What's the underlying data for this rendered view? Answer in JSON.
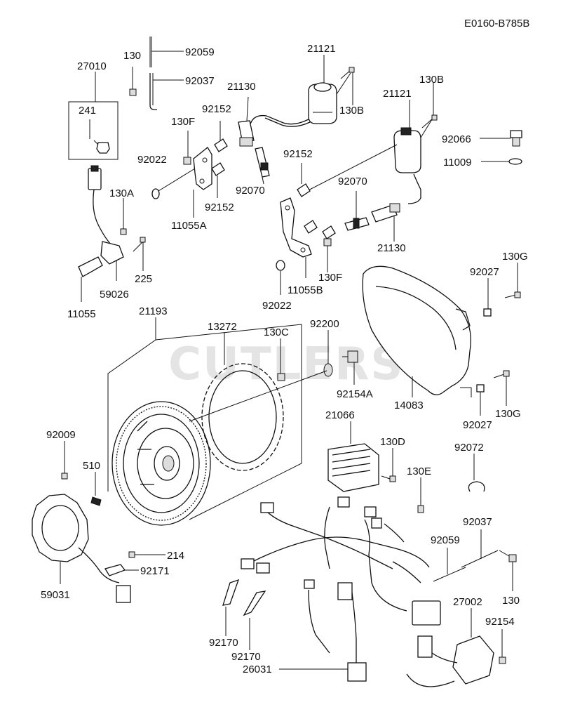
{
  "diagram_code": "E0160-B785B",
  "watermark": "CUTLERS",
  "labels": [
    {
      "id": "92059-top",
      "text": "92059"
    },
    {
      "id": "130-top",
      "text": "130"
    },
    {
      "id": "92037-top",
      "text": "92037"
    },
    {
      "id": "27010",
      "text": "27010"
    },
    {
      "id": "241",
      "text": "241"
    },
    {
      "id": "21121-top",
      "text": "21121"
    },
    {
      "id": "21130-top",
      "text": "21130"
    },
    {
      "id": "130B-1",
      "text": "130B"
    },
    {
      "id": "130B-2",
      "text": "130B"
    },
    {
      "id": "21121-right",
      "text": "21121"
    },
    {
      "id": "92152-a",
      "text": "92152"
    },
    {
      "id": "130F-a",
      "text": "130F"
    },
    {
      "id": "92066",
      "text": "92066"
    },
    {
      "id": "11009",
      "text": "11009"
    },
    {
      "id": "92022-a",
      "text": "92022"
    },
    {
      "id": "92152-b",
      "text": "92152"
    },
    {
      "id": "92070-a",
      "text": "92070"
    },
    {
      "id": "92152-c",
      "text": "92152"
    },
    {
      "id": "92070-b",
      "text": "92070"
    },
    {
      "id": "130A",
      "text": "130A"
    },
    {
      "id": "11055A",
      "text": "11055A"
    },
    {
      "id": "21130-b",
      "text": "21130"
    },
    {
      "id": "225",
      "text": "225"
    },
    {
      "id": "59026",
      "text": "59026"
    },
    {
      "id": "11055",
      "text": "11055"
    },
    {
      "id": "130G-a",
      "text": "130G"
    },
    {
      "id": "92027-a",
      "text": "92027"
    },
    {
      "id": "130F-b",
      "text": "130F"
    },
    {
      "id": "11055B",
      "text": "11055B"
    },
    {
      "id": "92022-b",
      "text": "92022"
    },
    {
      "id": "21193",
      "text": "21193"
    },
    {
      "id": "13272",
      "text": "13272"
    },
    {
      "id": "130C",
      "text": "130C"
    },
    {
      "id": "92200",
      "text": "92200"
    },
    {
      "id": "92154A",
      "text": "92154A"
    },
    {
      "id": "14083",
      "text": "14083"
    },
    {
      "id": "130G-b",
      "text": "130G"
    },
    {
      "id": "92027-b",
      "text": "92027"
    },
    {
      "id": "21066",
      "text": "21066"
    },
    {
      "id": "130D",
      "text": "130D"
    },
    {
      "id": "92072",
      "text": "92072"
    },
    {
      "id": "92009",
      "text": "92009"
    },
    {
      "id": "510",
      "text": "510"
    },
    {
      "id": "130E",
      "text": "130E"
    },
    {
      "id": "92037-b",
      "text": "92037"
    },
    {
      "id": "92059-b",
      "text": "92059"
    },
    {
      "id": "214",
      "text": "214"
    },
    {
      "id": "92171",
      "text": "92171"
    },
    {
      "id": "59031",
      "text": "59031"
    },
    {
      "id": "130-b",
      "text": "130"
    },
    {
      "id": "27002",
      "text": "27002"
    },
    {
      "id": "92154",
      "text": "92154"
    },
    {
      "id": "92170-a",
      "text": "92170"
    },
    {
      "id": "92170-b",
      "text": "92170"
    },
    {
      "id": "26031",
      "text": "26031"
    }
  ]
}
